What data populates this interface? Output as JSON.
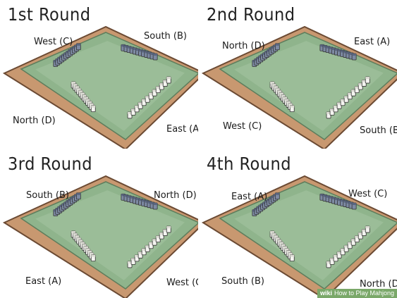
{
  "rounds": [
    {
      "title": "1st Round",
      "top_left": "West (C)",
      "top_right": "South (B)",
      "bottom_left": "North (D)",
      "bottom_right": "East (A)"
    },
    {
      "title": "2nd Round",
      "top_left": "North (D)",
      "top_right": "East (A)",
      "bottom_left": "West (C)",
      "bottom_right": "South (B)"
    },
    {
      "title": "3rd Round",
      "top_left": "South (B)",
      "top_right": "North (D)",
      "bottom_left": "East (A)",
      "bottom_right": "West (C)"
    },
    {
      "title": "4th Round",
      "top_left": "East (A)",
      "top_right": "West (C)",
      "bottom_left": "South (B)",
      "bottom_right": "North (D)"
    }
  ],
  "watermark": {
    "brand": "wiki",
    "text": "How to Play Mahjong"
  }
}
